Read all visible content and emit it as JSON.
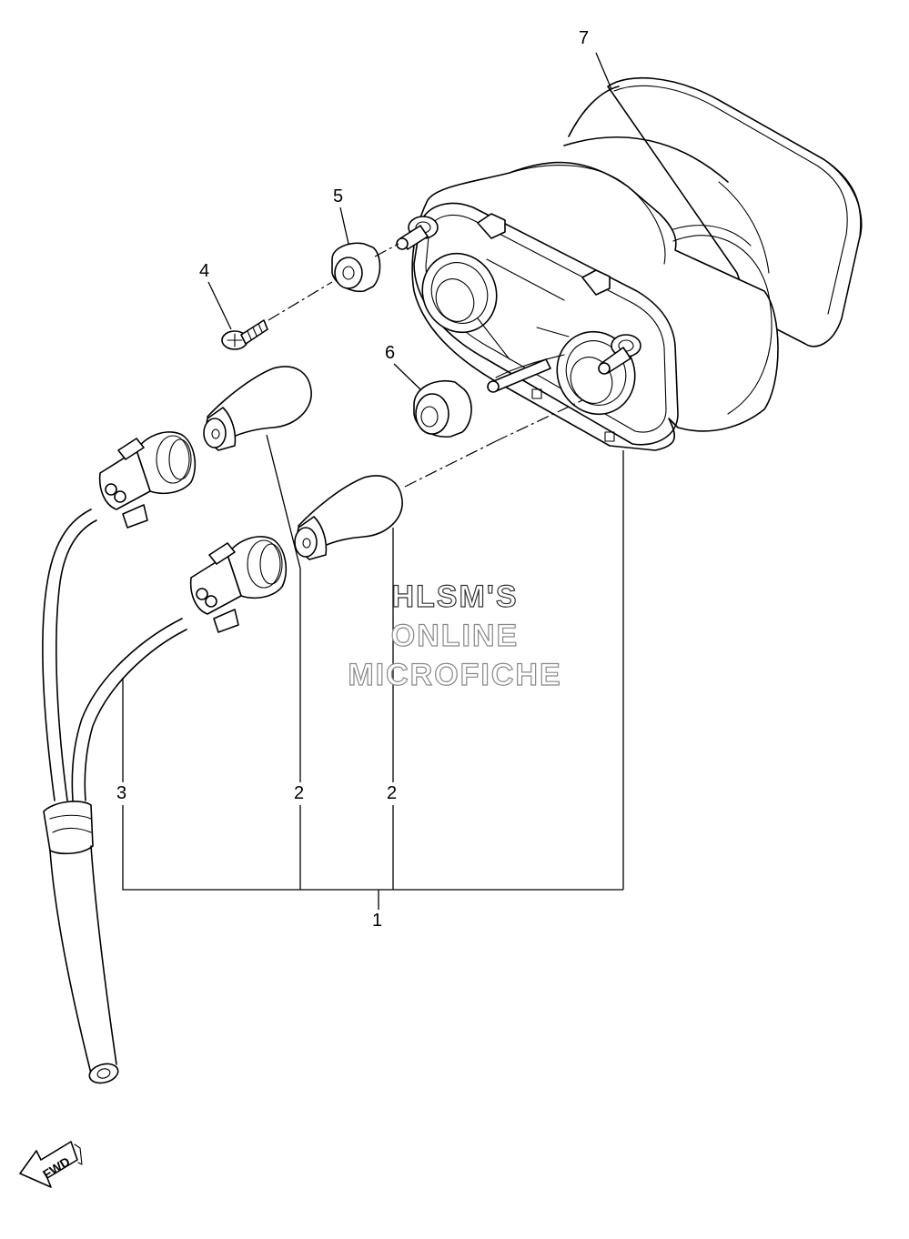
{
  "callouts": {
    "c1": "1",
    "c2a": "2",
    "c2b": "2",
    "c3": "3",
    "c4": "4",
    "c5": "5",
    "c6": "6",
    "c7": "7"
  },
  "watermark": {
    "line1": "HLSM'S",
    "line2": "ONLINE",
    "line3": "MICROFICHE"
  },
  "direction_badge": {
    "label": "FWD"
  }
}
